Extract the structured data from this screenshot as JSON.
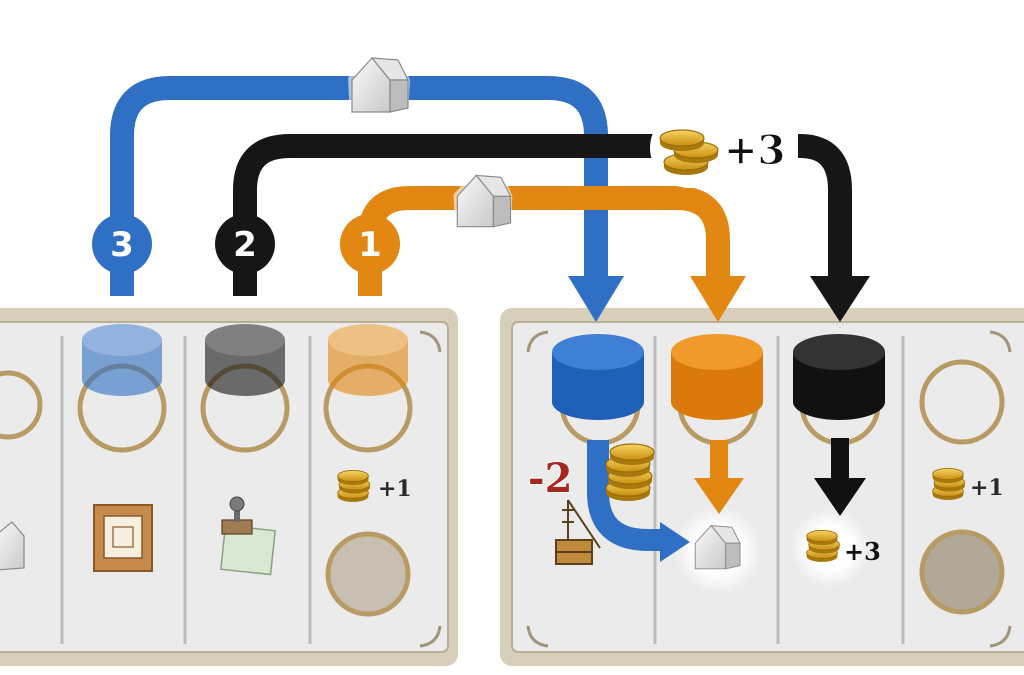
{
  "steps": [
    {
      "number": "3",
      "color": "#2f6fc4"
    },
    {
      "number": "2",
      "color": "#161616"
    },
    {
      "number": "1",
      "color": "#e28712"
    }
  ],
  "bonuses": {
    "black_path_gain": "+3",
    "blue_cost": "-2",
    "left_board_space": "+1",
    "right_board_space": "+1",
    "black_result": "+3"
  },
  "colors": {
    "blue": "#2f6fc4",
    "black": "#161616",
    "orange": "#e28712",
    "cost_red": "#a7261d",
    "board_frame": "#d9d0bd",
    "board_panel": "#e9e9e9",
    "coin_gold": "#e4ad1c"
  },
  "icons": [
    "house-icon",
    "coin-stack-icon",
    "window-frame-icon",
    "stamp-document-icon",
    "crane-icon",
    "ring-slot-icon",
    "worker-disc-icon"
  ]
}
